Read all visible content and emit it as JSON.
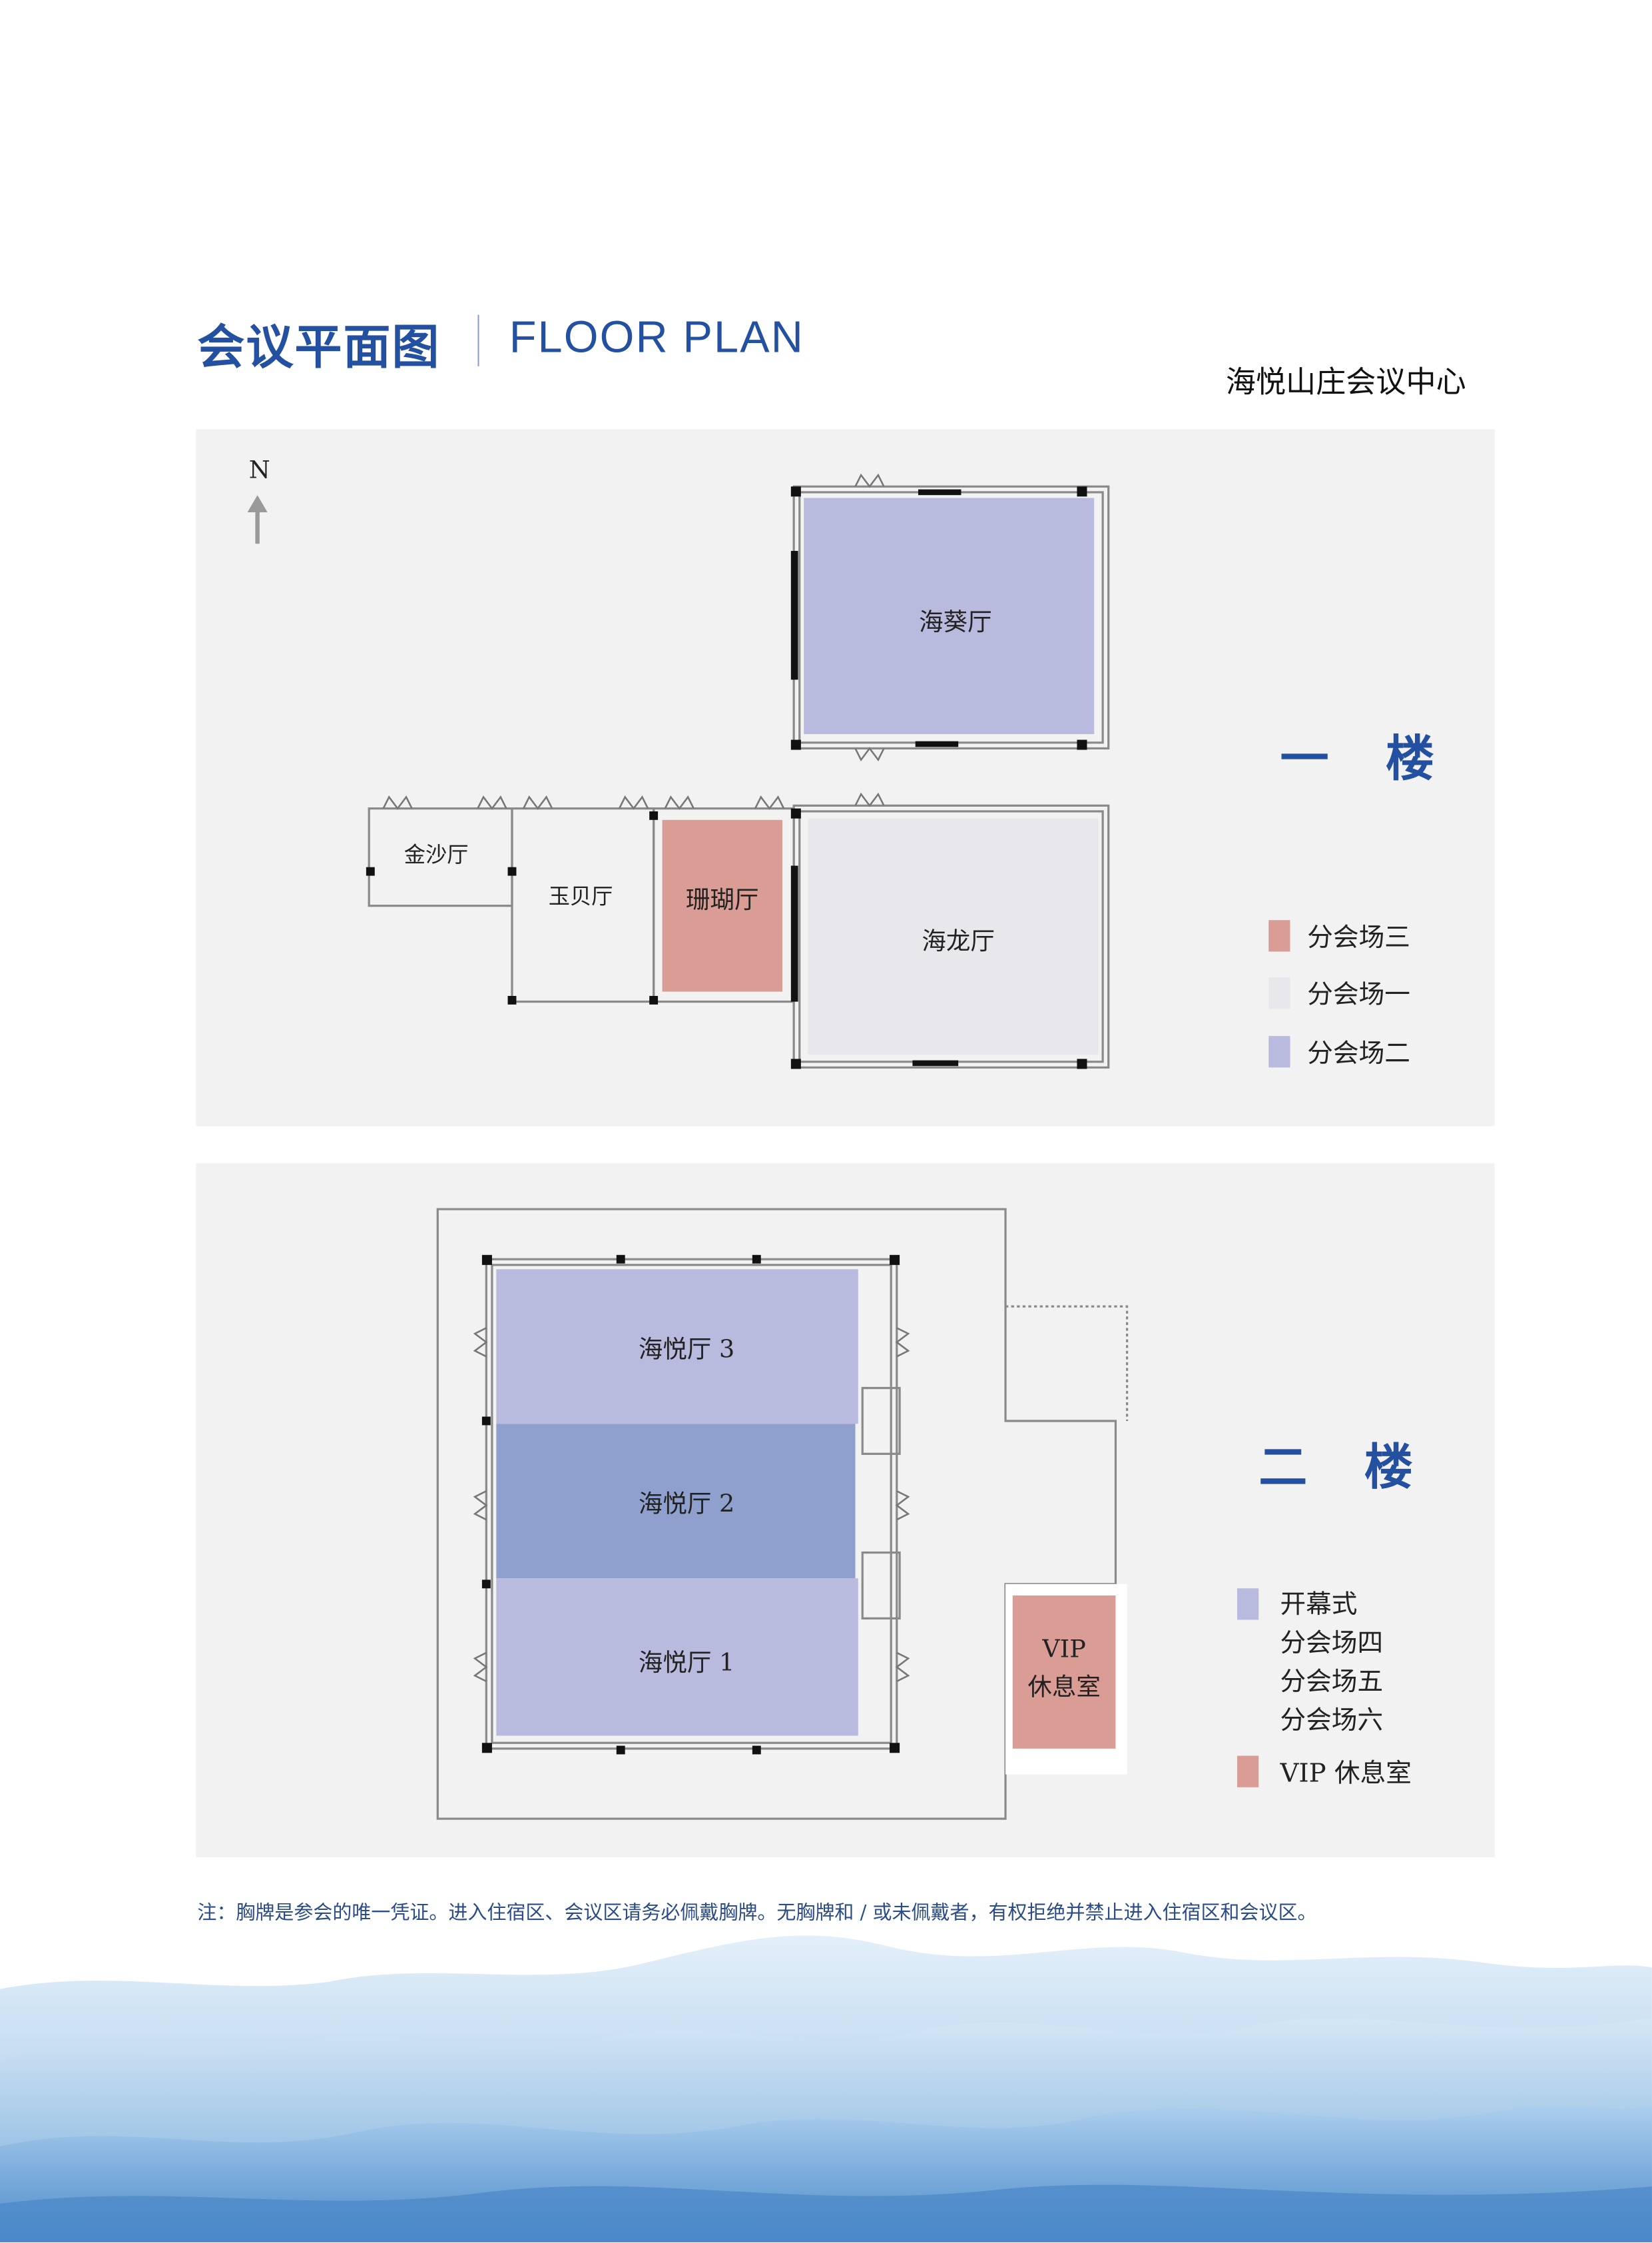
{
  "header": {
    "title_cn": "会议平面图",
    "title_en": "FLOOR PLAN",
    "venue": "海悦山庄会议中心"
  },
  "floor1": {
    "label": "一 楼",
    "compass": "N",
    "rooms": {
      "haikui": "海葵厅",
      "hailong": "海龙厅",
      "shanhu": "珊瑚厅",
      "yubei": "玉贝厅",
      "jinsha": "金沙厅"
    },
    "legend": [
      {
        "label": "分会场三",
        "color": "#d99d95"
      },
      {
        "label": "分会场一",
        "color": "#e8e8ec"
      },
      {
        "label": "分会场二",
        "color": "#b8bade"
      }
    ]
  },
  "floor2": {
    "label": "二 楼",
    "rooms": {
      "hall3": "海悦厅 3",
      "hall2": "海悦厅 2",
      "hall1": "海悦厅 1",
      "vip_line1": "VIP",
      "vip_line2": "休息室"
    },
    "legend": [
      {
        "lines": [
          "开幕式",
          "分会场四",
          "分会场五",
          "分会场六"
        ],
        "color": "#b8bade"
      },
      {
        "lines": [
          "VIP 休息室"
        ],
        "color": "#d99d95"
      }
    ]
  },
  "colors": {
    "accent": "#2350a0",
    "lavender": "#b8bade",
    "lavender_dark": "#8fa0cf",
    "coral": "#d99d95",
    "grey_room": "#e8e8ec"
  },
  "note": "注：胸牌是参会的唯一凭证。进入住宿区、会议区请务必佩戴胸牌。无胸牌和 / 或未佩戴者，有权拒绝并禁止进入住宿区和会议区。"
}
